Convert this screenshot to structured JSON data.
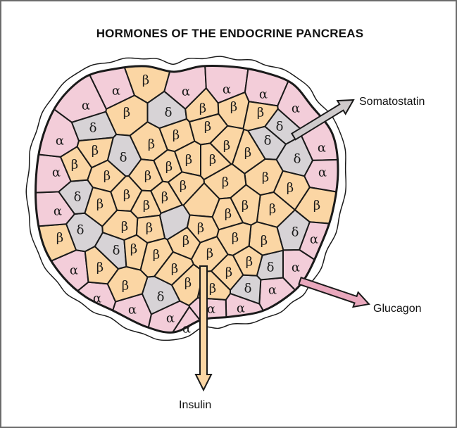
{
  "title": "HORMONES OF THE ENDOCRINE PANCREAS",
  "cell_types": {
    "alpha": {
      "symbol": "α",
      "color": "#f3cdd9"
    },
    "beta": {
      "symbol": "β",
      "color": "#fbd6a4"
    },
    "delta": {
      "symbol": "δ",
      "color": "#d7d3d6"
    }
  },
  "hormones": {
    "somatostatin": {
      "label": "Somatostatin",
      "source": "delta",
      "arrow_color": "#cfcbcc"
    },
    "glucagon": {
      "label": "Glucagon",
      "source": "alpha",
      "arrow_color": "#e9a8bd"
    },
    "insulin": {
      "label": "Insulin",
      "source": "beta",
      "arrow_color": "#fbd6a4"
    }
  },
  "colors": {
    "outline": "#1a1a1a",
    "capsule": "#ffffff",
    "frame": "#6b6b6b"
  }
}
